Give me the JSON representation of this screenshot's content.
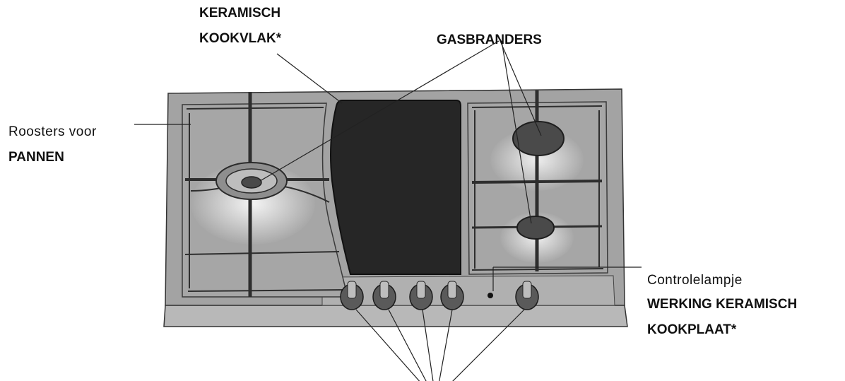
{
  "labels": {
    "ceramic_hob": {
      "line1": "KERAMISCH",
      "line2": "KOOKVLAK*"
    },
    "gas_burners": "GASBRANDERS",
    "pan_grids": {
      "line1": "Roosters voor",
      "line2": "PANNEN"
    },
    "indicator_lamp": {
      "line1": "Controlelampje",
      "line2": "WERKING KERAMISCH",
      "line3": "KOOKPLAAT*"
    }
  },
  "colors": {
    "hob_surface": "#9b9b9b",
    "ceramic_zone": "#262626",
    "burner_cap": "#4a4a4a",
    "line": "#222222"
  },
  "knob_count": 5
}
